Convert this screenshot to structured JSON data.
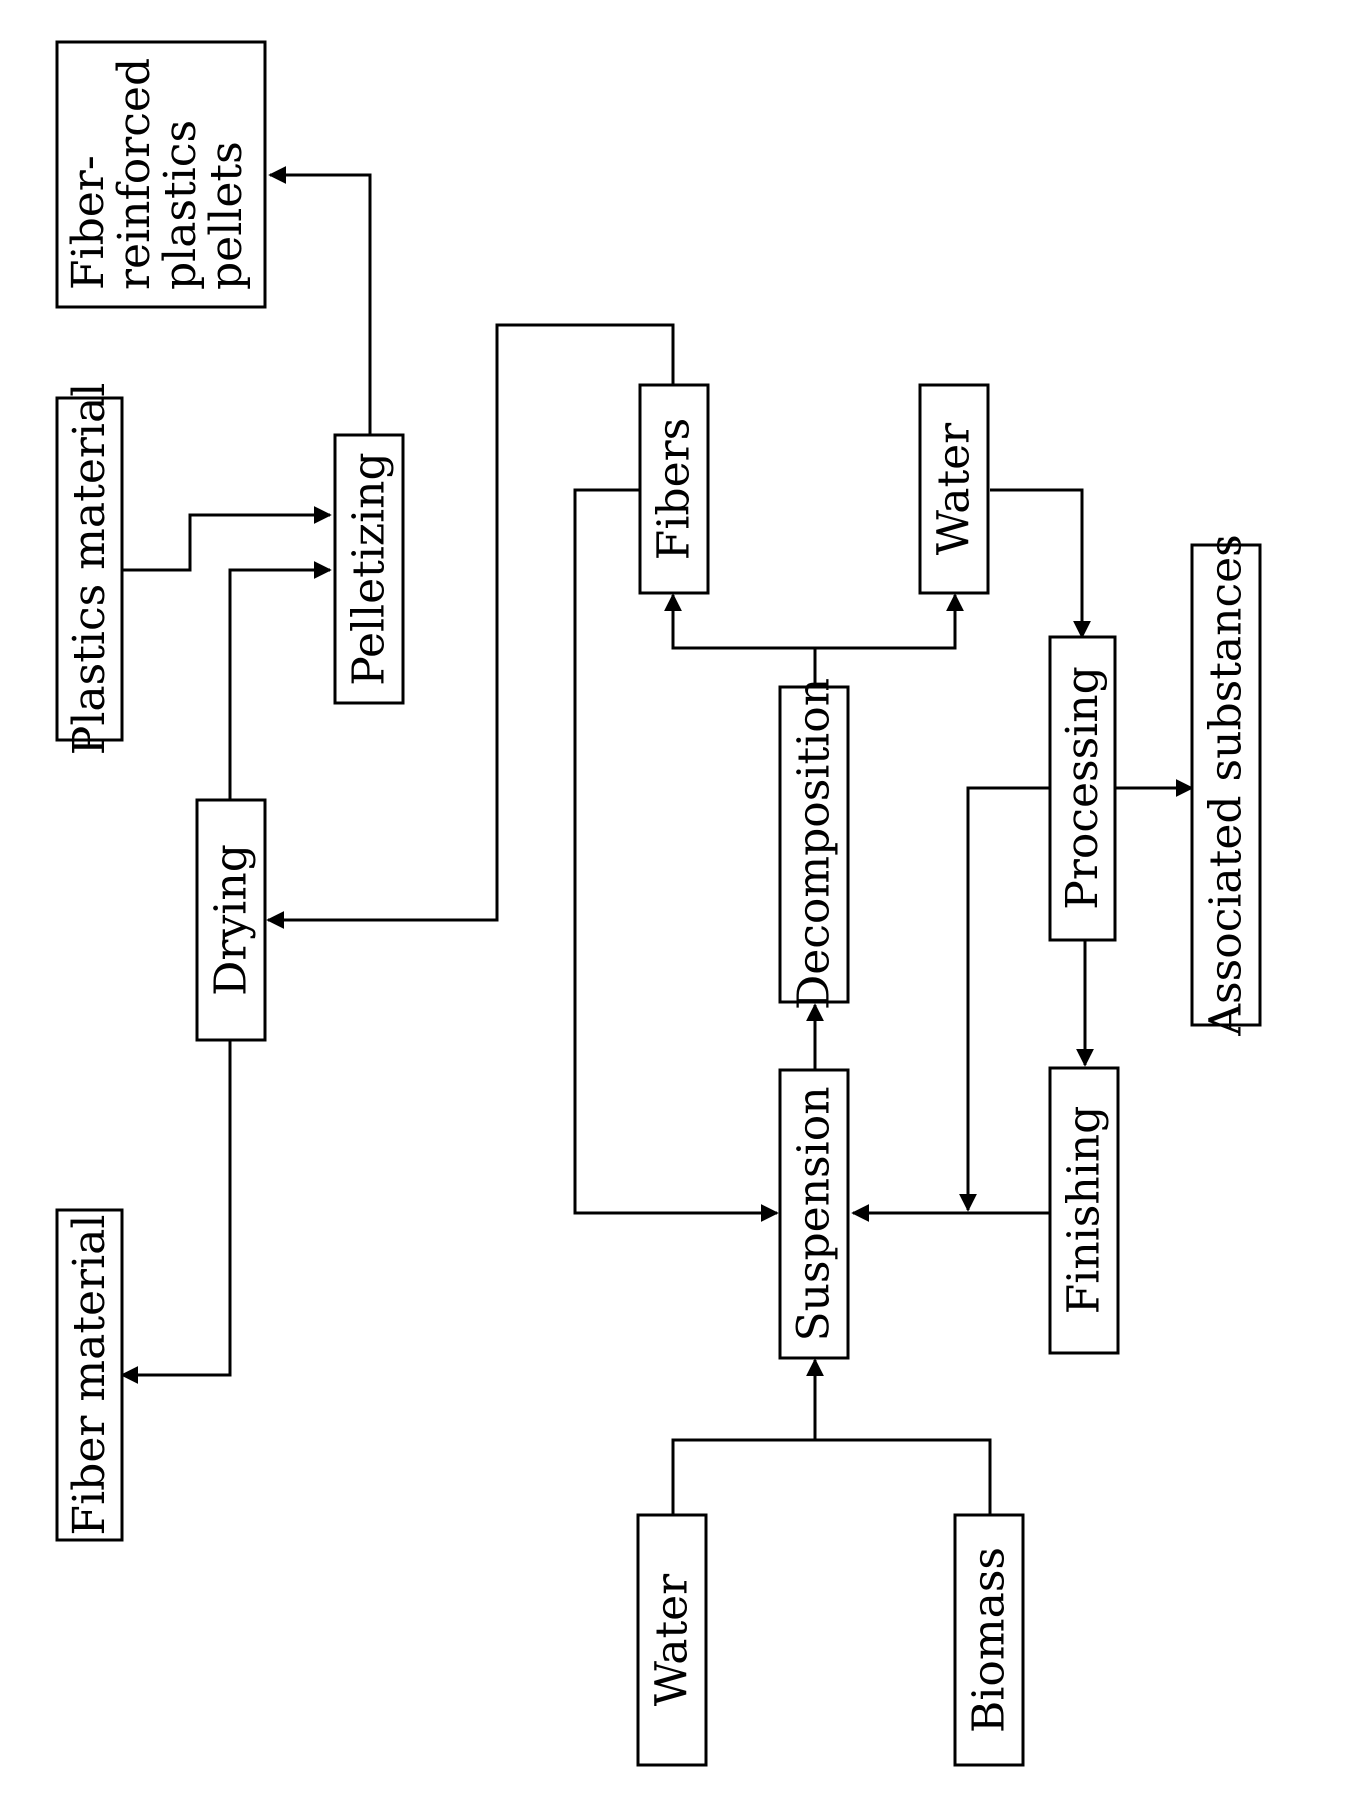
{
  "diagram": {
    "nodes": {
      "fiber_reinforced": [
        "Fiber-",
        "reinforced",
        "plastics",
        "pellets"
      ],
      "plastics_material": "Plastics material",
      "pelletizing": "Pelletizing",
      "fiber_material": "Fiber material",
      "drying": "Drying",
      "fibers": "Fibers",
      "water_top": "Water",
      "decomposition": "Decomposition",
      "processing": "Processing",
      "associated_substances": "Associated substances",
      "suspension": "Suspension",
      "finishing": "Finishing",
      "water_bottom": "Water",
      "biomass": "Biomass"
    },
    "edges": [
      {
        "from": "pelletizing",
        "to": "fiber_reinforced"
      },
      {
        "from": "plastics_material",
        "to": "pelletizing"
      },
      {
        "from": "drying",
        "to": "pelletizing"
      },
      {
        "from": "drying",
        "to": "fiber_material"
      },
      {
        "from": "fibers",
        "to": "drying"
      },
      {
        "from": "fibers",
        "to": "suspension"
      },
      {
        "from": "decomposition",
        "to": "fibers"
      },
      {
        "from": "decomposition",
        "to": "water_top"
      },
      {
        "from": "water_top",
        "to": "processing"
      },
      {
        "from": "processing",
        "to": "associated_substances"
      },
      {
        "from": "processing",
        "to": "finishing"
      },
      {
        "from": "processing",
        "to": "suspension"
      },
      {
        "from": "finishing",
        "to": "suspension"
      },
      {
        "from": "suspension",
        "to": "decomposition"
      },
      {
        "from": "water_bottom",
        "to": "suspension"
      },
      {
        "from": "biomass",
        "to": "suspension"
      }
    ]
  }
}
